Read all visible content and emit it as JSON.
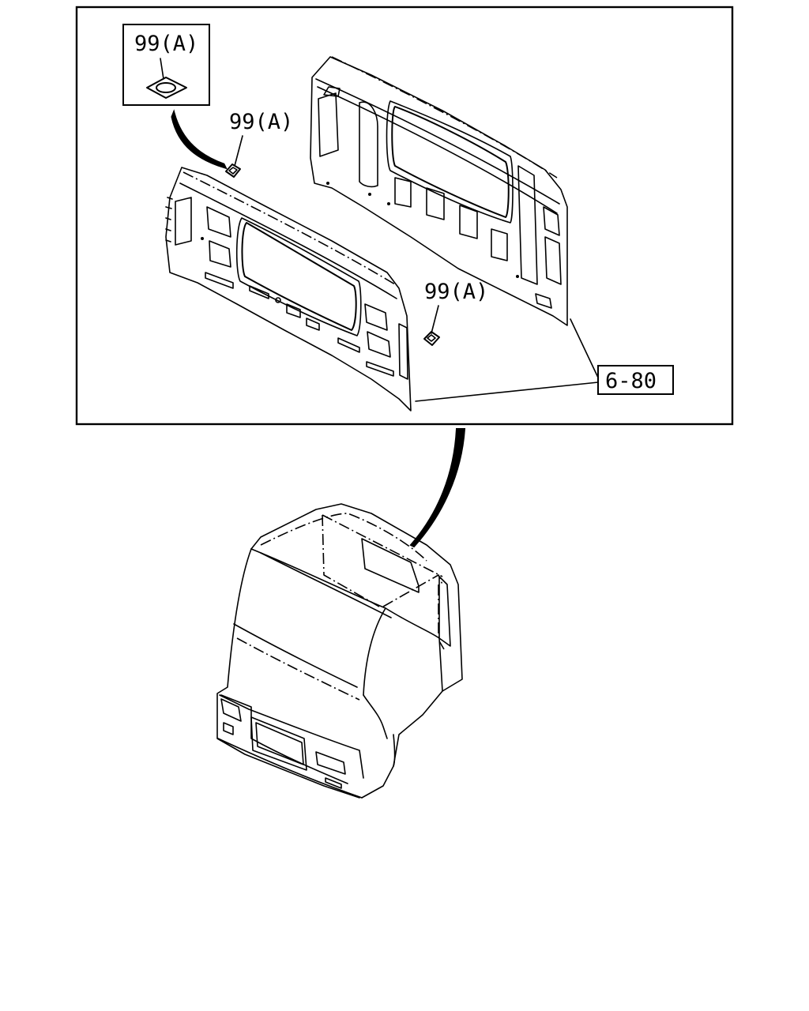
{
  "callouts": {
    "inset_label": "99(A)",
    "left_patch_label": "99(A)",
    "right_patch_label": "99(A)",
    "part_ref": "6-80"
  },
  "colors": {
    "line": "#000000",
    "background": "#ffffff"
  }
}
